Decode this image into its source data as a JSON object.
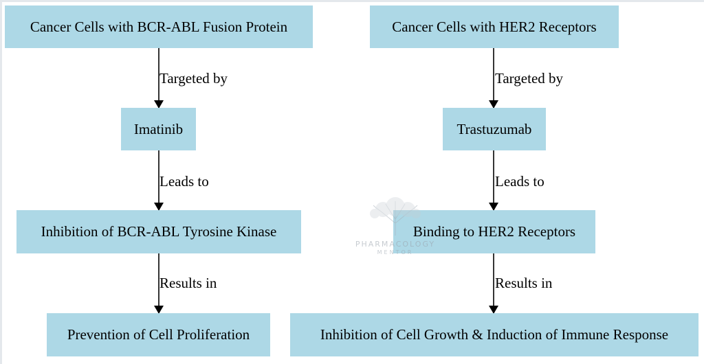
{
  "nodes": {
    "bcr_abl_cells": "Cancer Cells with BCR-ABL Fusion Protein",
    "imatinib": "Imatinib",
    "inhibition_bcr_abl": "Inhibition of BCR-ABL Tyrosine Kinase",
    "prevention": "Prevention of Cell Proliferation",
    "her2_cells": "Cancer Cells with HER2 Receptors",
    "trastuzumab": "Trastuzumab",
    "binding_her2": "Binding to HER2 Receptors",
    "inhibition_growth": "Inhibition of Cell Growth & Induction of Immune Response"
  },
  "edges": {
    "left_targeted_by": "Targeted by",
    "left_leads_to": "Leads to",
    "left_results_in": "Results in",
    "right_targeted_by": "Targeted by",
    "right_leads_to": "Leads to",
    "right_results_in": "Results in"
  },
  "watermark": {
    "line1": "PHARMACOLOGY",
    "line2": "MENTOR"
  },
  "colors": {
    "node_fill": "#add8e6",
    "edge": "#000000"
  }
}
